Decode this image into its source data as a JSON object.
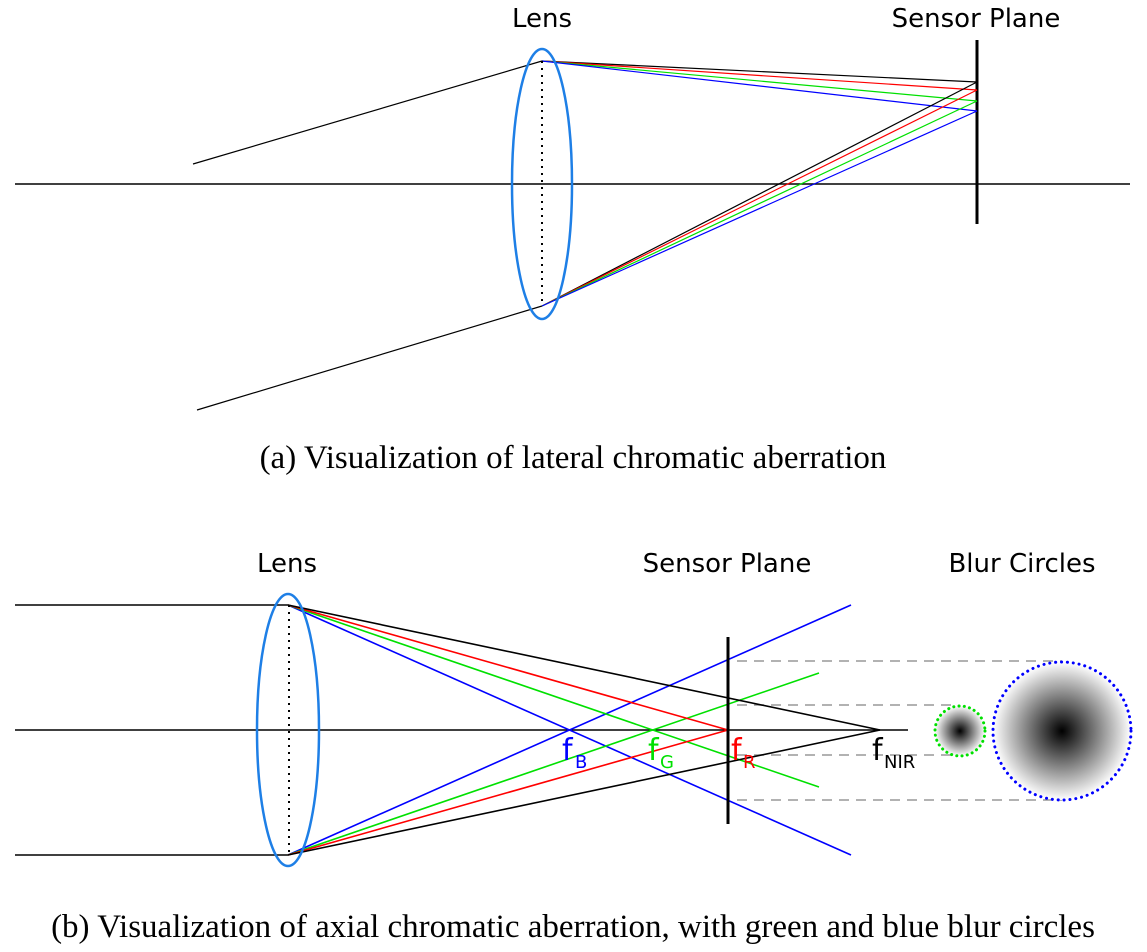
{
  "colors": {
    "lens": "#1e7fe6",
    "black": "#000000",
    "red": "#ff0000",
    "green": "#00e000",
    "blue": "#0000ff",
    "dash": "#999999"
  },
  "panel_a": {
    "lens_label": "Lens",
    "sensor_label": "Sensor Plane",
    "caption": "(a)  Visualization of lateral chromatic aberration",
    "ray_colors": [
      "black",
      "red",
      "green",
      "blue"
    ]
  },
  "panel_b": {
    "lens_label": "Lens",
    "sensor_label": "Sensor Plane",
    "blur_label": "Blur Circles",
    "caption": "(b)  Visualization of axial chromatic aberration, with green and blue blur circles",
    "foci": [
      {
        "symbol": "f",
        "subscript": "B",
        "color": "blue"
      },
      {
        "symbol": "f",
        "subscript": "G",
        "color": "green"
      },
      {
        "symbol": "f",
        "subscript": "R",
        "color": "red"
      },
      {
        "symbol": "f",
        "subscript": "NIR",
        "color": "black"
      }
    ],
    "blur_circles": [
      {
        "name": "green",
        "border": "green"
      },
      {
        "name": "blue",
        "border": "blue"
      }
    ]
  }
}
